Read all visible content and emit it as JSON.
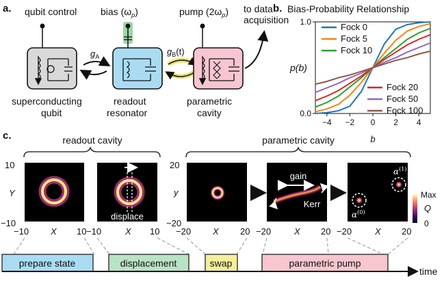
{
  "panels": {
    "a": "a.",
    "b": "b.",
    "c": "c."
  },
  "diagram": {
    "labels": {
      "qubit_control": "qubit control",
      "bias": "bias (ω",
      "bias_sub": "p",
      "bias_close": ")",
      "pump": "pump (2ω",
      "pump_sub": "p",
      "pump_close": ")",
      "to_data_1": "to data",
      "to_data_2": "acquisition",
      "qubit_1": "superconducting",
      "qubit_2": "qubit",
      "resonator_1": "readout",
      "resonator_2": "resonator",
      "cavity_1": "parametric",
      "cavity_2": "cavity",
      "gA": "g",
      "gA_sub": "A",
      "gB": "g",
      "gB_sub": "B",
      "gB_arg": "(t)"
    },
    "colors": {
      "qubit": "#d9d9d9",
      "resonator": "#a9dcf2",
      "cavity": "#f7c6cf",
      "bias_glow": "#9fd6a8",
      "swap_arrow": "#e8e27a"
    }
  },
  "chart_data": {
    "type": "line",
    "title": "Bias-Probability Relationship",
    "xlabel": "b",
    "ylabel": "p(b)",
    "xlim": [
      -5,
      5
    ],
    "ylim": [
      0,
      1
    ],
    "xticks": [
      "−4",
      "−2",
      "0",
      "2",
      "4"
    ],
    "yticks": [
      "0.0",
      "1.0"
    ],
    "legend_upper": "top-left",
    "legend_lower": "bottom-right",
    "series": [
      {
        "name": "Fock 0",
        "color": "#1f77b4",
        "x": [
          -5,
          -4,
          -3,
          -2,
          -1,
          0,
          1,
          2,
          3,
          4,
          5
        ],
        "y": [
          0.0,
          0.01,
          0.03,
          0.08,
          0.24,
          0.5,
          0.76,
          0.92,
          0.97,
          0.99,
          1.0
        ]
      },
      {
        "name": "Fock 5",
        "color": "#ff7f0e",
        "x": [
          -5,
          -4,
          -3,
          -2,
          -1,
          0,
          1,
          2,
          3,
          4,
          5
        ],
        "y": [
          0.02,
          0.05,
          0.1,
          0.2,
          0.34,
          0.5,
          0.66,
          0.8,
          0.9,
          0.95,
          0.98
        ]
      },
      {
        "name": "Fock 10",
        "color": "#2ca02c",
        "x": [
          -5,
          -4,
          -3,
          -2,
          -1,
          0,
          1,
          2,
          3,
          4,
          5
        ],
        "y": [
          0.07,
          0.12,
          0.19,
          0.29,
          0.39,
          0.5,
          0.61,
          0.71,
          0.81,
          0.88,
          0.93
        ]
      },
      {
        "name": "Fock 20",
        "color": "#d62728",
        "x": [
          -5,
          -4,
          -3,
          -2,
          -1,
          0,
          1,
          2,
          3,
          4,
          5
        ],
        "y": [
          0.14,
          0.19,
          0.25,
          0.33,
          0.41,
          0.5,
          0.59,
          0.67,
          0.75,
          0.81,
          0.86
        ]
      },
      {
        "name": "Fock 50",
        "color": "#9467bd",
        "x": [
          -5,
          -4,
          -3,
          -2,
          -1,
          0,
          1,
          2,
          3,
          4,
          5
        ],
        "y": [
          0.23,
          0.28,
          0.33,
          0.39,
          0.44,
          0.5,
          0.56,
          0.61,
          0.67,
          0.72,
          0.77
        ]
      },
      {
        "name": "Fock 100",
        "color": "#8c564b",
        "x": [
          -5,
          -4,
          -3,
          -2,
          -1,
          0,
          1,
          2,
          3,
          4,
          5
        ],
        "y": [
          0.32,
          0.35,
          0.39,
          0.42,
          0.46,
          0.5,
          0.54,
          0.58,
          0.61,
          0.65,
          0.68
        ]
      }
    ]
  },
  "panel_c": {
    "readout_label": "readout cavity",
    "parametric_label": "parametric cavity",
    "xlabel": "X",
    "ylabel_readout": "Y",
    "ylabel_param": "y",
    "readout_ticks": {
      "x_min": "−10",
      "x_max": "10",
      "y_max": "10",
      "y_min": "−10"
    },
    "param_ticks": {
      "x_min": "−20",
      "x_max": "20",
      "y_max": "20",
      "y_min": "−20"
    },
    "displace_label": "displace",
    "gain_label": "gain",
    "kerr_label": "Kerr",
    "alpha0": "α",
    "alpha0_sup": "(0)",
    "alpha1": "α",
    "alpha1_sup": "(1)",
    "colorbar_max": "Max",
    "colorbar_label": "Q",
    "colorbar_min": "0"
  },
  "timeline": {
    "steps": [
      {
        "label": "prepare state",
        "color": "#a9dcf2"
      },
      {
        "label": "displacement",
        "color": "#b8e3c4"
      },
      {
        "label": "swap",
        "color": "#f5ee9a"
      },
      {
        "label": "parametric pump",
        "color": "#f7c6cf"
      }
    ],
    "axis_label": "time"
  }
}
